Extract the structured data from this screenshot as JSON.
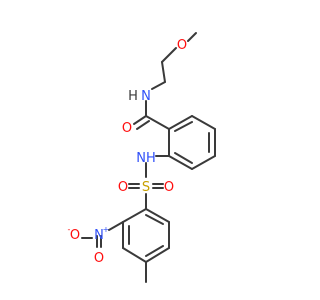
{
  "molecule": {
    "atoms": {
      "methoxy_O": "O",
      "amide_NH": "N",
      "amide_H": "H",
      "carbonyl_O": "O",
      "sulfonamide_NH": "NH",
      "sulfur": "S",
      "sulfonyl_O_left": "O",
      "sulfonyl_O_right": "O",
      "nitro_N": "N",
      "nitro_N_charge": "+",
      "nitro_O_minus": "O",
      "nitro_O_minus_charge": "-",
      "nitro_O": "O"
    },
    "colors": {
      "bond": "#3a3a3a",
      "oxygen": "#ff0d0d",
      "nitrogen": "#3050f8",
      "sulfur": "#c8a000",
      "hydrogen": "#3a3a3a"
    }
  }
}
